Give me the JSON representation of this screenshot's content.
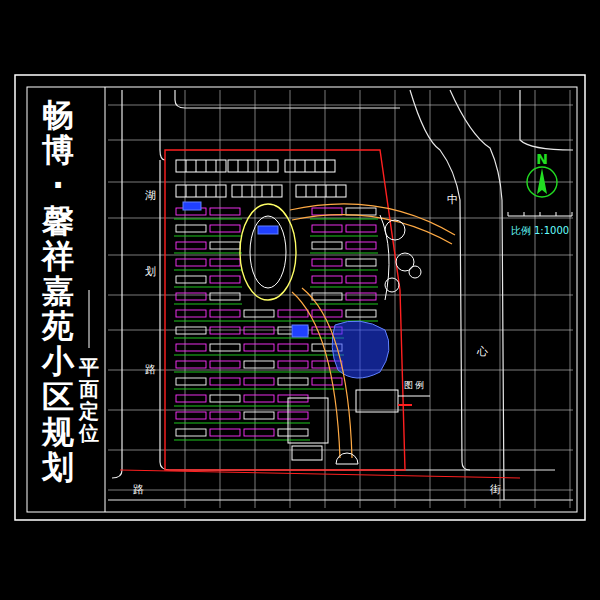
{
  "diagram": {
    "title": "畅博·馨祥嘉苑小区规划",
    "labels": [
      "平面定位",
      "N",
      "比例 1:1000",
      "湖",
      "划",
      "路",
      "中",
      "心",
      "路",
      "街",
      "图 例"
    ]
  }
}
